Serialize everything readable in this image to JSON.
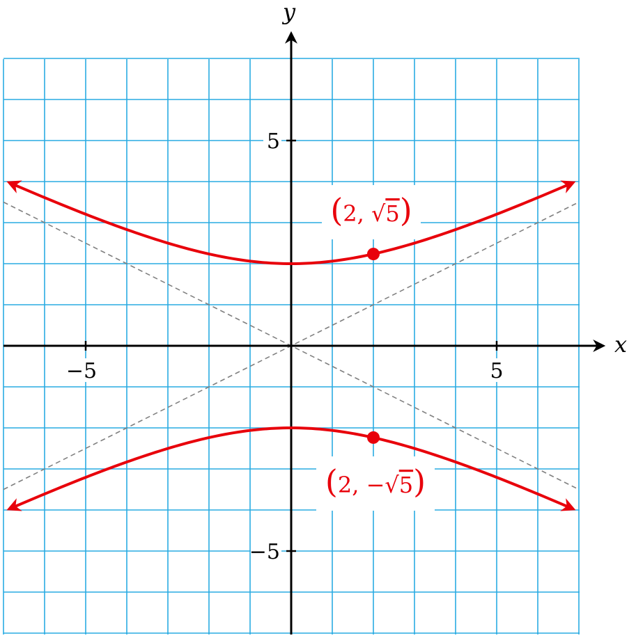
{
  "chart_data": {
    "type": "line",
    "title": "",
    "xlabel": "x",
    "ylabel": "y",
    "xlim": [
      -7,
      7
    ],
    "ylim": [
      -7,
      7
    ],
    "grid": true,
    "x_ticks": [
      -5,
      5
    ],
    "x_tick_labels": [
      "−5",
      "5"
    ],
    "y_ticks": [
      5,
      -5
    ],
    "y_tick_labels": [
      "5",
      "−5"
    ],
    "colors": {
      "grid": "#29abe2",
      "curve": "#e8000b",
      "asymptote": "#808080",
      "axes": "#000000"
    },
    "series": [
      {
        "kind": "hyperbola-upper-branch",
        "equation_form": "y^2/4 - x^2/16 = 1",
        "x": [
          -6.8,
          -6,
          -5,
          -4,
          -3,
          -2,
          -1,
          0,
          1,
          2,
          3,
          4,
          5,
          6,
          6.8
        ],
        "y": [
          3.95,
          3.61,
          3.2,
          2.83,
          2.5,
          2.24,
          2.06,
          2,
          2.06,
          2.24,
          2.5,
          2.83,
          3.2,
          3.61,
          3.95
        ]
      },
      {
        "kind": "hyperbola-lower-branch",
        "x": [
          -6.8,
          -6,
          -5,
          -4,
          -3,
          -2,
          -1,
          0,
          1,
          2,
          3,
          4,
          5,
          6,
          6.8
        ],
        "y": [
          -3.95,
          -3.61,
          -3.2,
          -2.83,
          -2.5,
          -2.24,
          -2.06,
          -2,
          -2.06,
          -2.24,
          -2.5,
          -2.83,
          -3.2,
          -3.61,
          -3.95
        ]
      },
      {
        "kind": "asymptote",
        "style": "dashed",
        "x": [
          -7,
          7
        ],
        "y": [
          -3.5,
          3.5
        ]
      },
      {
        "kind": "asymptote",
        "style": "dashed",
        "x": [
          -7,
          7
        ],
        "y": [
          3.5,
          -3.5
        ]
      }
    ],
    "points": [
      {
        "x": 2,
        "y": 2.236,
        "label_num": "2, ",
        "label_rad": "5",
        "label_neg": ""
      },
      {
        "x": 2,
        "y": -2.236,
        "label_num": "2, ",
        "label_rad": "5",
        "label_neg": "−"
      }
    ]
  }
}
